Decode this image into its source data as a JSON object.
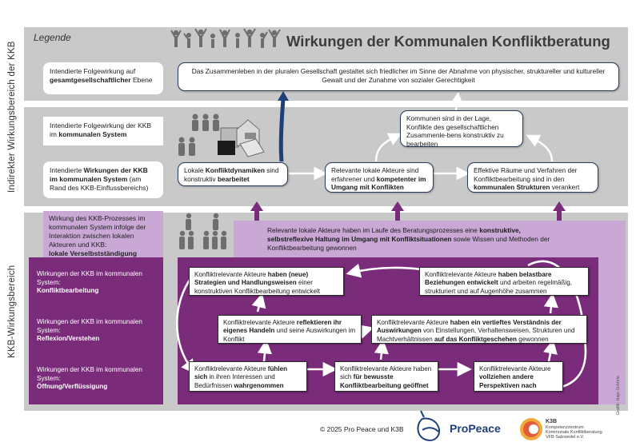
{
  "title": "Wirkungen der Kommunalen Konfliktberatung",
  "legend_heading": "Legende",
  "axis_labels": {
    "indirect": "Indirekter Wirkungsbereich der KKB",
    "kkb": "KKB-Wirkungsbereich"
  },
  "legend": {
    "societal": {
      "pre": "Intendierte Folgewirkung auf ",
      "bold": "gesamtgesellschaftlicher",
      "post": " Ebene"
    },
    "communal_followup": {
      "pre": "Intendierte Folgewirkung der KKB im ",
      "bold": "kommunalen System",
      "post": ""
    },
    "communal_effects": {
      "pre": "Intendierte ",
      "bold": "Wirkungen der KKB im kommunalen System",
      "post": " (am Rand des KKB-Einflussbereichs)"
    },
    "process": {
      "pre": "Wirkung des KKB-Prozesses im kommunalen System infolge der Interaktion zwischen lokalen Akteuren und KKB:",
      "bold": "lokale Verselbstständigung",
      "post": ""
    },
    "advice": {
      "pre": "Wirkungen der KKB im kommunalen System:",
      "bold": "Konfliktbearbeitung"
    },
    "reflexion": {
      "pre": "Wirkungen der KKB im kommunalen System:",
      "bold": "Reflexion/Verstehen"
    },
    "opening": {
      "pre": "Wirkungen der KKB im kommunalen System:",
      "bold": "Öffnung/Verflüssigung"
    }
  },
  "boxes": {
    "society": "Das Zusammenleben in der pluralen Gesellschaft gestaltet sich friedlicher im Sinne der Abnahme von physischer, struktureller und kultureller Gewalt und der Zunahme von sozialer Gerechtigkeit",
    "communes": "Kommunen sind in der Lage, Konflikte des gesellschaftlichen Zusammenle-bens konstruktiv zu bearbeiten",
    "dynamics": {
      "pre": "Lokale ",
      "bold1": "Konfliktdynamiken",
      "mid": " sind konstruktiv ",
      "bold2": "bearbeitet"
    },
    "actors": {
      "pre": "Relevante lokale Akteure sind erfahrener und ",
      "bold": "kompetenter im Umgang mit Konflikten"
    },
    "spaces": {
      "pre": "Effektive Räume und Verfahren der Konfliktbearbeitung sind in den ",
      "bold": "kommunalen Strukturen",
      "post": " verankert"
    },
    "attitude": {
      "pre": "Relevante lokale Akteure haben im Laufe des Beratungsprozesses eine ",
      "bold": "konstruktive, selbstreflexive Haltung im Umgang mit Konfliktsituationen",
      "post": " sowie Wissen und Methoden der Konfliktbearbeitung gewonnen"
    }
  },
  "process_boxes": {
    "strategies": {
      "pre": "Konfliktrelevante Akteure ",
      "bold": "haben (neue) Strategien und Handlungsweisen",
      "post": " einer konstruktiven Konfliktbearbeitung entwickelt"
    },
    "relations": {
      "pre": "Konfliktrelevante Akteure ",
      "bold": "haben belastbare Beziehungen entwickelt",
      "post": " und arbeiten regelmäßig, strukturiert und auf Augenhöhe zusammen"
    },
    "reflect": {
      "pre": "Konfliktrelevante Akteure ",
      "bold": "reflektieren ihr eigenes Handeln",
      "post": " und seine Auswirkungen im Konflikt"
    },
    "understanding": {
      "pre": "Konfliktrelevante Akteure ",
      "bold": "haben ein vertieftes Verständnis der Auswirkungen",
      "mid": " von Einstellungen, Verhaltensweisen, Strukturen und Machtverhältnissen ",
      "bold2": "auf das Konfliktgeschehen",
      "post": " gewonnen"
    },
    "feel": {
      "pre": "Konfliktrelevante Akteure ",
      "bold": "fühlen sich",
      "mid": " in ihren Interessen und Bedürfnissen ",
      "bold2": "wahrgenommen"
    },
    "open": {
      "pre": "Konfliktrelevante Akteure haben sich ",
      "bold": "für bewusste Konfliktbearbeitung geöffnet"
    },
    "perspective": {
      "pre": "Konfliktrelevante Akteure ",
      "bold": "vollziehen andere Perspektiven nach"
    }
  },
  "footer": {
    "copyright": "© 2025 Pro Peace und K3B",
    "propeace": "ProPeace",
    "k3b_title": "K3B",
    "k3b_sub1": "Kompetenzzentrum",
    "k3b_sub2": "Kommunale Konfliktberatung",
    "k3b_sub3": "VFB Salzwedel e.V.",
    "credit": "Grafik: Hajo Schörle"
  },
  "colors": {
    "band": "#c9c9c9",
    "purple_dark": "#7a2b7a",
    "purple_light": "#c9a8d6",
    "navy": "#1d3f7a",
    "arrow_purple": "#7a2b7a"
  },
  "icons": [
    "people-cheering-icon",
    "community-buildings-icon",
    "people-group-icon"
  ]
}
